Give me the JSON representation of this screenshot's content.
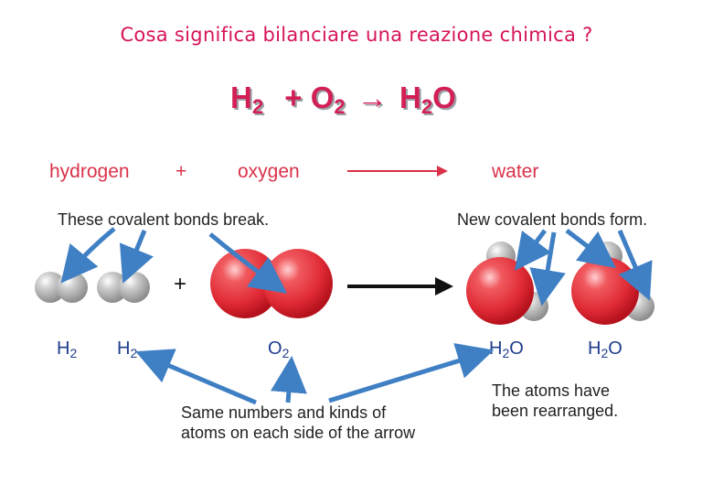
{
  "title": "Cosa significa bilanciare una reazione chimica ?",
  "equation": {
    "r1": "H",
    "r1_sub": "2",
    "plus": "+",
    "r2": "O",
    "r2_sub": "2",
    "arrow": "→",
    "p1": "H",
    "p1_sub": "2",
    "p1_tail": "O"
  },
  "top_row": {
    "left": "hydrogen",
    "plus": "+",
    "middle": "oxygen",
    "right": "water"
  },
  "notes": {
    "bonds_break": "These covalent bonds break.",
    "bonds_form": "New covalent bonds form.",
    "same_numbers_1": "Same numbers and kinds of",
    "same_numbers_2": "atoms on each side of the arrow",
    "rearranged_1": "The atoms have",
    "rearranged_2": "been rearranged."
  },
  "molecule_plus": "+",
  "labels": [
    {
      "base": "H",
      "sub": "2",
      "tail": ""
    },
    {
      "base": "H",
      "sub": "2",
      "tail": ""
    },
    {
      "base": "O",
      "sub": "2",
      "tail": ""
    },
    {
      "base": "H",
      "sub": "2",
      "tail": "O"
    },
    {
      "base": "H",
      "sub": "2",
      "tail": "O"
    }
  ],
  "colors": {
    "title": "#d6135a",
    "word": "#d9324a",
    "label": "#1e3c8c",
    "arrow": "#3f7fc4",
    "oxygen": "#e02a35",
    "hydrogen": "#a9a9a9"
  }
}
